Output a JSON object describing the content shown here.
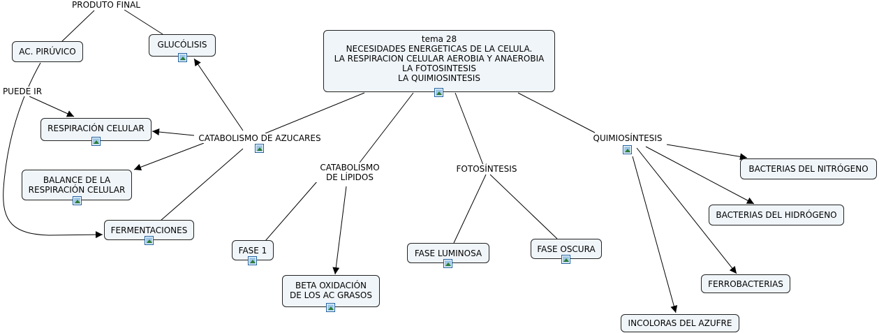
{
  "main": {
    "line1": "tema 28",
    "line2": "NECESIDADES ENERGETICAS DE LA CELULA.",
    "line3": "LA RESPIRACION CELULAR AEROBIA Y ANAEROBIA",
    "line4": "LA FOTOSINTESIS",
    "line5": "LA QUIMIOSINTESIS"
  },
  "concepts": {
    "catabolismo_azucares": "CATABOLISMO DE AZUCARES",
    "catabolismo_lipidos": "CATABOLISMO\nDE LÍPIDOS",
    "fotosintesis": "FOTOSÍNTESIS",
    "quimiosintesis": "QUIMIOSÍNTESIS"
  },
  "nodes": {
    "ac_piruvico": "AC. PIRÚVICO",
    "glucolisis": "GLUCÓLISIS",
    "respiracion_celular": "RESPIRACIÓN CELULAR",
    "balance": "BALANCE DE LA\nRESPIRACIÓN CELULAR",
    "fermentaciones": "FERMENTACIONES",
    "fase1": "FASE 1",
    "beta_oxidacion": "BETA OXIDACIÓN\nDE LOS AC GRASOS",
    "fase_luminosa": "FASE LUMINOSA",
    "fase_oscura": "FASE OSCURA",
    "bacterias_nitrogeno": "BACTERIAS DEL NITRÓGENO",
    "bacterias_hidrogeno": "BACTERIAS DEL HIDRÓGENO",
    "ferrobacterias": "FERROBACTERIAS",
    "incoloras_azufre": "INCOLORAS DEL AZUFRE"
  },
  "link_labels": {
    "producto_final": "PRODUTO FINAL",
    "puede_ir": "PUEDE IR"
  },
  "icons": {
    "resource": "image-resource-icon"
  },
  "colors": {
    "node_fill": "#f0f5f9",
    "node_border": "#222222",
    "line": "#000000"
  }
}
